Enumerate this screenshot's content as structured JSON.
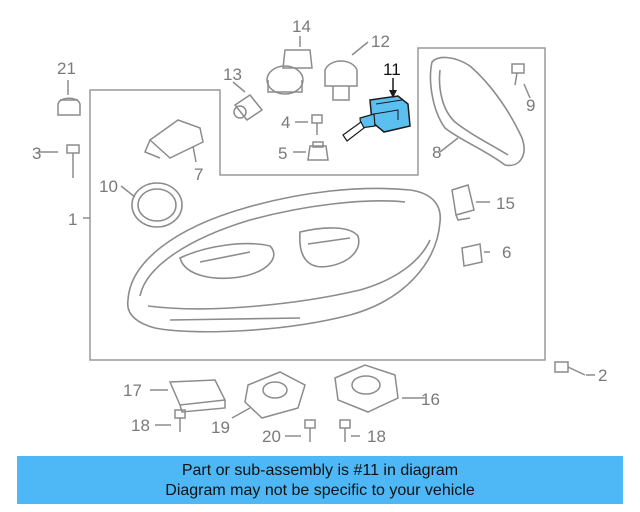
{
  "diagram": {
    "callouts": {
      "c1": "1",
      "c2": "2",
      "c3": "3",
      "c4": "4",
      "c5": "5",
      "c6": "6",
      "c7": "7",
      "c8": "8",
      "c9": "9",
      "c10": "10",
      "c11": "11",
      "c12": "12",
      "c13": "13",
      "c14": "14",
      "c15": "15",
      "c16": "16",
      "c17": "17",
      "c18a": "18",
      "c18b": "18",
      "c19": "19",
      "c20": "20",
      "c21": "21"
    },
    "highlighted_part": "11",
    "colors": {
      "highlight": "#5bc0f0",
      "line": "#8c8c8c",
      "outline": "#1a1a1a"
    }
  },
  "banner": {
    "line1": "Part or sub-assembly is #11 in diagram",
    "line2": "Diagram may not be specific to your vehicle",
    "background": "#4db8f5"
  }
}
